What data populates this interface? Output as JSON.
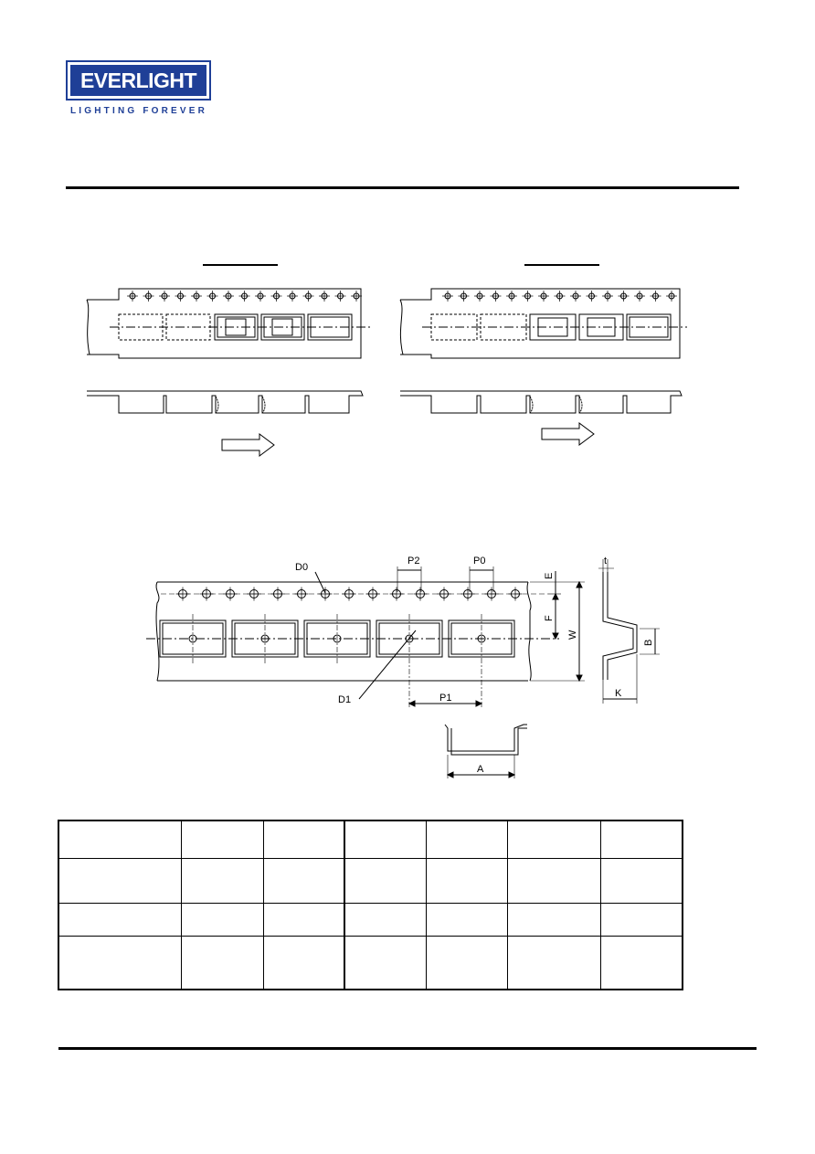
{
  "header": {
    "logo": {
      "wordmark": "EVERLIGHT",
      "tagline": "LIGHTING FOREVER",
      "brand_color": "#1f3f97"
    }
  },
  "tape_figure": {
    "dimension_labels": {
      "d0": "D0",
      "d1": "D1",
      "p0": "P0",
      "p1": "P1",
      "p2": "P2",
      "e": "E",
      "f": "F",
      "w": "W",
      "t": "t",
      "b": "B",
      "k": "K",
      "a": "A"
    }
  },
  "spec_table": {
    "rows": [
      [
        "",
        "",
        "",
        "",
        "",
        "",
        ""
      ],
      [
        "",
        "",
        "",
        "",
        "",
        "",
        ""
      ],
      [
        "",
        "",
        "",
        "",
        "",
        "",
        ""
      ],
      [
        "",
        "",
        "",
        "",
        "",
        "",
        ""
      ]
    ]
  },
  "colors": {
    "line": "#000000",
    "background": "#ffffff"
  }
}
